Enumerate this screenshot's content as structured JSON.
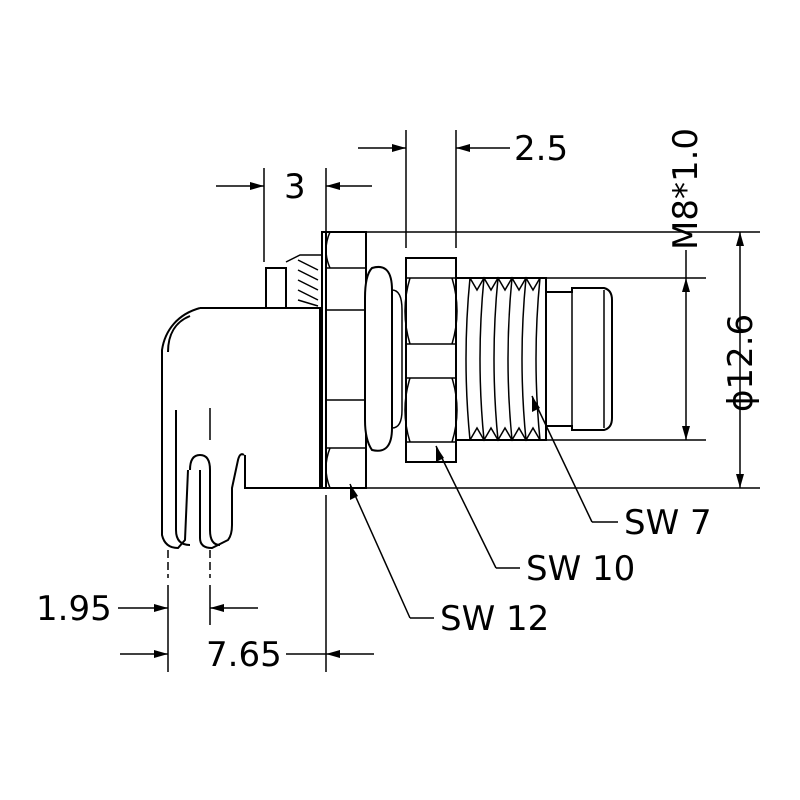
{
  "dimensions": {
    "thread_pitch": "2.5",
    "flange_thickness": "3",
    "thread_spec": "M8*1.0",
    "diameter": "ϕ12.6",
    "pin_pitch": "1.95",
    "pin_offset": "7.65"
  },
  "callouts": {
    "sw7": "SW 7",
    "sw10": "SW 10",
    "sw12": "SW 12"
  }
}
